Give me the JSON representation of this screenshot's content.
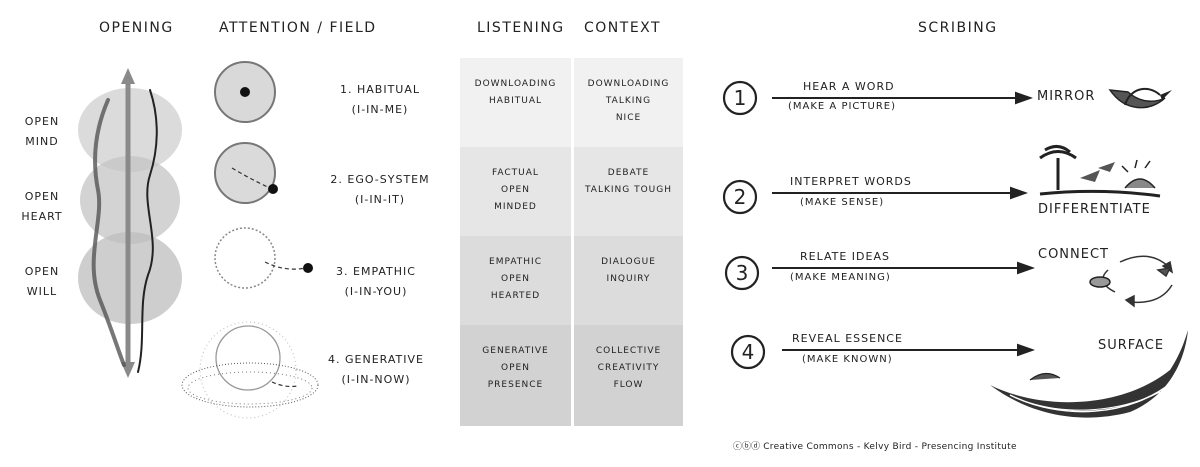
{
  "columns": {
    "opening": "OPENING",
    "attention": "ATTENTION / FIELD",
    "listening": "LISTENING",
    "context": "CONTEXT",
    "scribing": "SCRIBING"
  },
  "opening": {
    "mind": [
      "OPEN",
      "MIND"
    ],
    "heart": [
      "OPEN",
      "HEART"
    ],
    "will": [
      "OPEN",
      "WILL"
    ]
  },
  "attention": [
    {
      "title": "1. HABITUAL",
      "sub": "(I-in-ME)"
    },
    {
      "title": "2. EGO-SYSTEM",
      "sub": "(I-in-IT)"
    },
    {
      "title": "3. EMPATHIC",
      "sub": "(I-in-YOU)"
    },
    {
      "title": "4. GENERATIVE",
      "sub": "(I-in-NOW)"
    }
  ],
  "listening": [
    [
      "DOWNLOADING",
      "HABITUAL"
    ],
    [
      "FACTUAL",
      "OPEN",
      "MINDED"
    ],
    [
      "EMPATHIC",
      "OPEN",
      "HEARTED"
    ],
    [
      "GENERATIVE",
      "OPEN",
      "PRESENCE"
    ]
  ],
  "context": [
    [
      "DOWNLOADING",
      "TALKING",
      "NICE"
    ],
    [
      "DEBATE",
      "TALKING TOUGH"
    ],
    [
      "DIALOGUE",
      "INQUIRY"
    ],
    [
      "COLLECTIVE",
      "CREATIVITY",
      "FLOW"
    ]
  ],
  "scribing": [
    {
      "num": "1",
      "top": "HEAR A WORD",
      "bottom": "(MAKE A PICTURE)",
      "out": "MIRROR"
    },
    {
      "num": "2",
      "top": "INTERPRET WORDS",
      "bottom": "(MAKE SENSE)",
      "out": "DIFFERENTIATE"
    },
    {
      "num": "3",
      "top": "RELATE IDEAS",
      "bottom": "(MAKE MEANING)",
      "out": "CONNECT"
    },
    {
      "num": "4",
      "top": "REVEAL ESSENCE",
      "bottom": "(MAKE KNOWN)",
      "out": "SURFACE"
    }
  ],
  "credit": "Creative Commons - Kelvy Bird - Presencing Institute",
  "colors": {
    "row1": "#f1f1f1",
    "row2": "#e6e6e6",
    "row3": "#dcdcdc",
    "row4": "#d2d2d2",
    "ink": "#222222",
    "grey": "#8a8a8a"
  }
}
